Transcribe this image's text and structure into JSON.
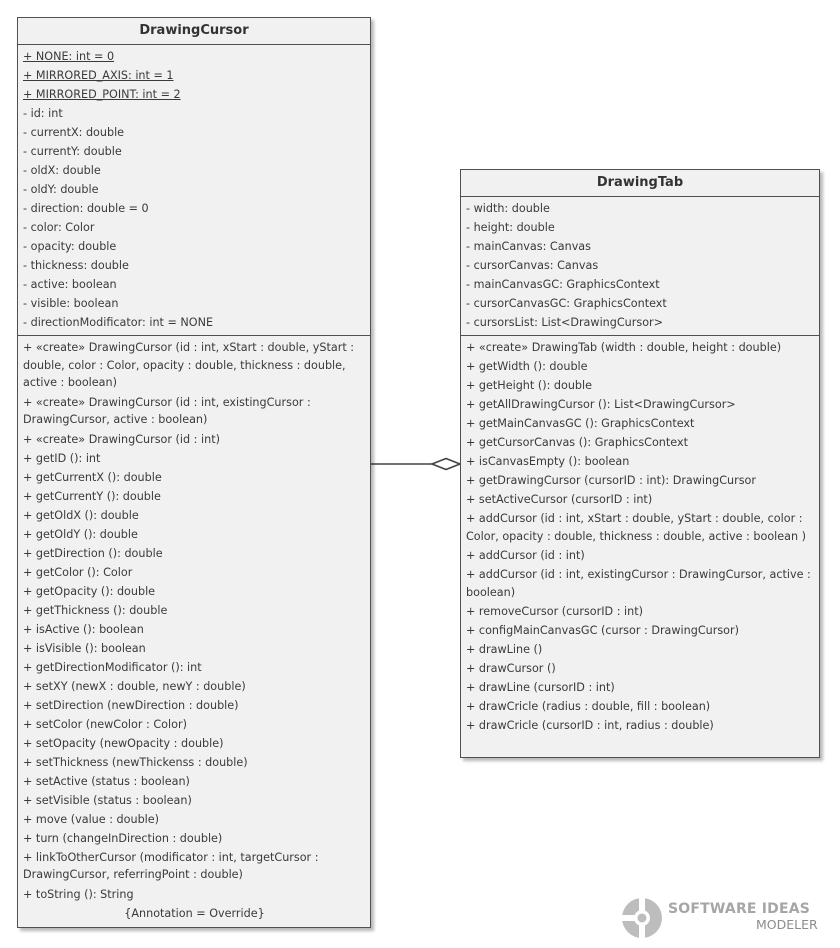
{
  "drawing_cursor": {
    "name": "DrawingCursor",
    "static_attributes": [
      "+ NONE: int = 0",
      "+ MIRRORED_AXIS: int = 1",
      "+ MIRRORED_POINT: int = 2"
    ],
    "attributes": [
      "- id: int",
      "- currentX: double",
      "- currentY: double",
      "- oldX: double",
      "- oldY: double",
      "- direction: double = 0",
      "- color: Color",
      "- opacity: double",
      "- thickness: double",
      "- active: boolean",
      "- visible: boolean",
      "- directionModificator: int = NONE"
    ],
    "operations": [
      "+ «create» DrawingCursor (id : int, xStart : double, yStart : double, color : Color, opacity : double, thickness : double, active : boolean)",
      "+ «create» DrawingCursor (id : int, existingCursor : DrawingCursor, active : boolean)",
      "+ «create» DrawingCursor (id : int)",
      "+ getID (): int",
      "+ getCurrentX (): double",
      "+ getCurrentY (): double",
      "+ getOldX (): double",
      "+ getOldY (): double",
      "+ getDirection (): double",
      "+ getColor (): Color",
      "+ getOpacity (): double",
      "+ getThickness (): double",
      "+ isActive (): boolean",
      "+ isVisible (): boolean",
      "+ getDirectionModificator (): int",
      "+ setXY (newX : double, newY : double)",
      "+ setDirection (newDirection : double)",
      "+ setColor (newColor : Color)",
      "+ setOpacity (newOpacity : double)",
      "+ setThickness (newThickenss : double)",
      "+ setActive (status : boolean)",
      "+ setVisible (status : boolean)",
      "+ move (value : double)",
      "+ turn (changeInDirection : double)",
      "+ linkToOtherCursor (modificator : int, targetCursor : DrawingCursor, referringPoint : double)",
      "+ toString (): String"
    ],
    "annotation": "{Annotation = Override}"
  },
  "drawing_tab": {
    "name": "DrawingTab",
    "attributes": [
      "- width: double",
      "- height: double",
      "- mainCanvas: Canvas",
      "- cursorCanvas: Canvas",
      "- mainCanvasGC: GraphicsContext",
      "- cursorCanvasGC: GraphicsContext",
      "- cursorsList: List<DrawingCursor>"
    ],
    "operations": [
      "+ «create» DrawingTab (width : double, height : double)",
      "+ getWidth (): double",
      "+ getHeight (): double",
      "+ getAllDrawingCursor (): List<DrawingCursor>",
      "+ getMainCanvasGC (): GraphicsContext",
      "+ getCursorCanvas (): GraphicsContext",
      "+ isCanvasEmpty (): boolean",
      "+ getDrawingCursor (cursorID : int): DrawingCursor",
      "+ setActiveCursor (cursorID : int)",
      "+ addCursor (id : int, xStart : double, yStart : double, color : Color, opacity : double, thickness : double, active : boolean )",
      "+ addCursor (id : int)",
      "+ addCursor (id : int, existingCursor : DrawingCursor, active : boolean)",
      "+ removeCursor (cursorID : int)",
      "+ configMainCanvasGC (cursor : DrawingCursor)",
      "+ drawLine ()",
      "+ drawCursor ()",
      "+ drawLine (cursorID : int)",
      "+ drawCricle (radius : double, fill : boolean)",
      "+ drawCricle (cursorID : int, radius : double)"
    ]
  },
  "logo": {
    "line1": "SOFTWARE IDEAS",
    "line2": "MODELER"
  }
}
